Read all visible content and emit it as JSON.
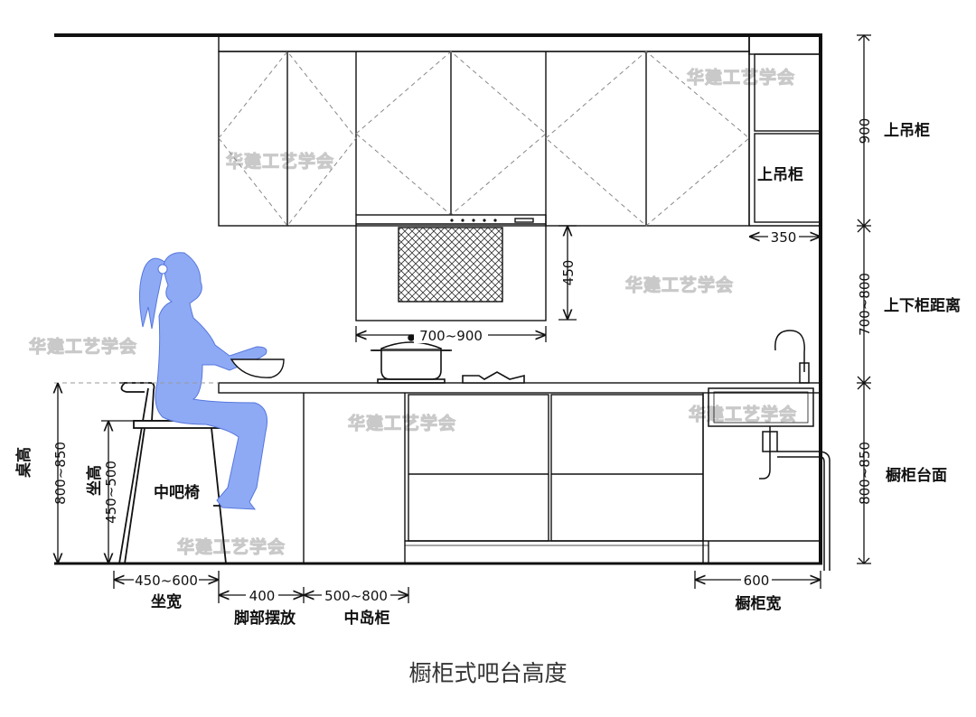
{
  "caption": "橱柜式吧台高度",
  "watermark": "华建工艺学会",
  "labels": {
    "upper_cabinet": "上吊柜",
    "upper_cabinet_side": "上吊柜",
    "gap": "上下柜距离",
    "counter": "橱柜台面",
    "table_height": "桌高",
    "seat_height": "坐高",
    "stool": "中吧椅",
    "seat_width": "坐宽",
    "foot_space": "脚部摆放",
    "island": "中岛柜",
    "cabinet_width": "橱柜宽"
  },
  "dimensions": {
    "upper_cabinet_height": "900",
    "side_cabinet_depth": "350",
    "gap_height": "700~800",
    "counter_height": "800~850",
    "hood_height": "450",
    "hood_width": "700~900",
    "table_height": "800~850",
    "seat_height": "450~500",
    "seat_width": "450~600",
    "foot_space": "400",
    "island_width": "500~800",
    "cabinet_width": "600"
  },
  "colors": {
    "line": "#111111",
    "figure": "#8faaf5",
    "figure_edge": "#5577dd"
  }
}
